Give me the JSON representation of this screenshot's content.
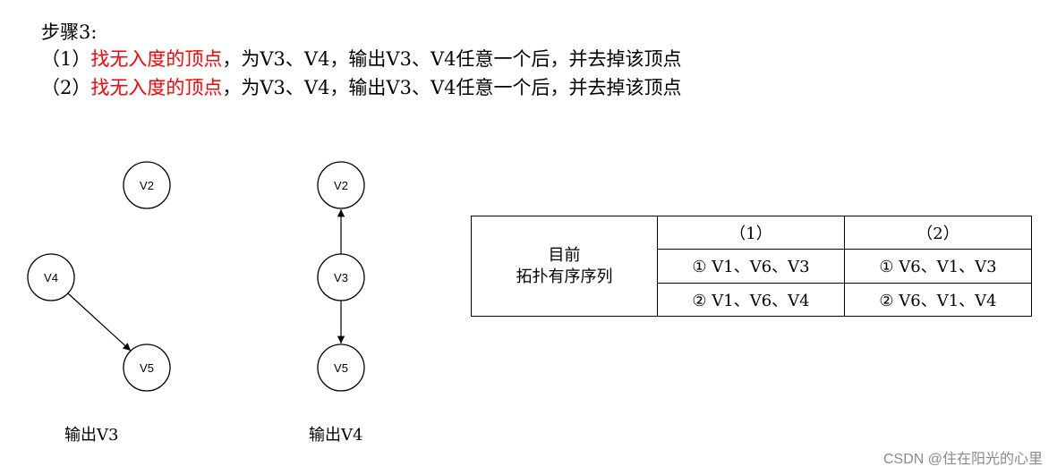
{
  "heading": "步骤3:",
  "steps": [
    {
      "prefix": "（1）",
      "highlight": "找无入度的顶点",
      "rest": "，为V3、V4，输出V3、V4任意一个后，并去掉该顶点"
    },
    {
      "prefix": "（2）",
      "highlight": "找无入度的顶点",
      "rest": "，为V3、V4，输出V3、V4任意一个后，并去掉该顶点"
    }
  ],
  "graphs": [
    {
      "caption": "输出V3",
      "nodes": [
        "V2",
        "V4",
        "V5"
      ],
      "edges": [
        [
          "V4",
          "V5"
        ]
      ]
    },
    {
      "caption": "输出V4",
      "nodes": [
        "V2",
        "V3",
        "V5"
      ],
      "edges": [
        [
          "V3",
          "V2"
        ],
        [
          "V3",
          "V5"
        ]
      ]
    }
  ],
  "table": {
    "row_header": [
      "目前",
      "拓扑有序序列"
    ],
    "columns": [
      "（1）",
      "（2）"
    ],
    "rows": [
      [
        "① V1、V6、V3",
        "① V6、V1、V3"
      ],
      [
        "② V1、V6、V4",
        "② V6、V1、V4"
      ]
    ]
  },
  "watermark": "CSDN @住在阳光的心里",
  "colors": {
    "highlight": "#ff0000",
    "line": "#000000",
    "watermark": "#8a8a8a"
  }
}
